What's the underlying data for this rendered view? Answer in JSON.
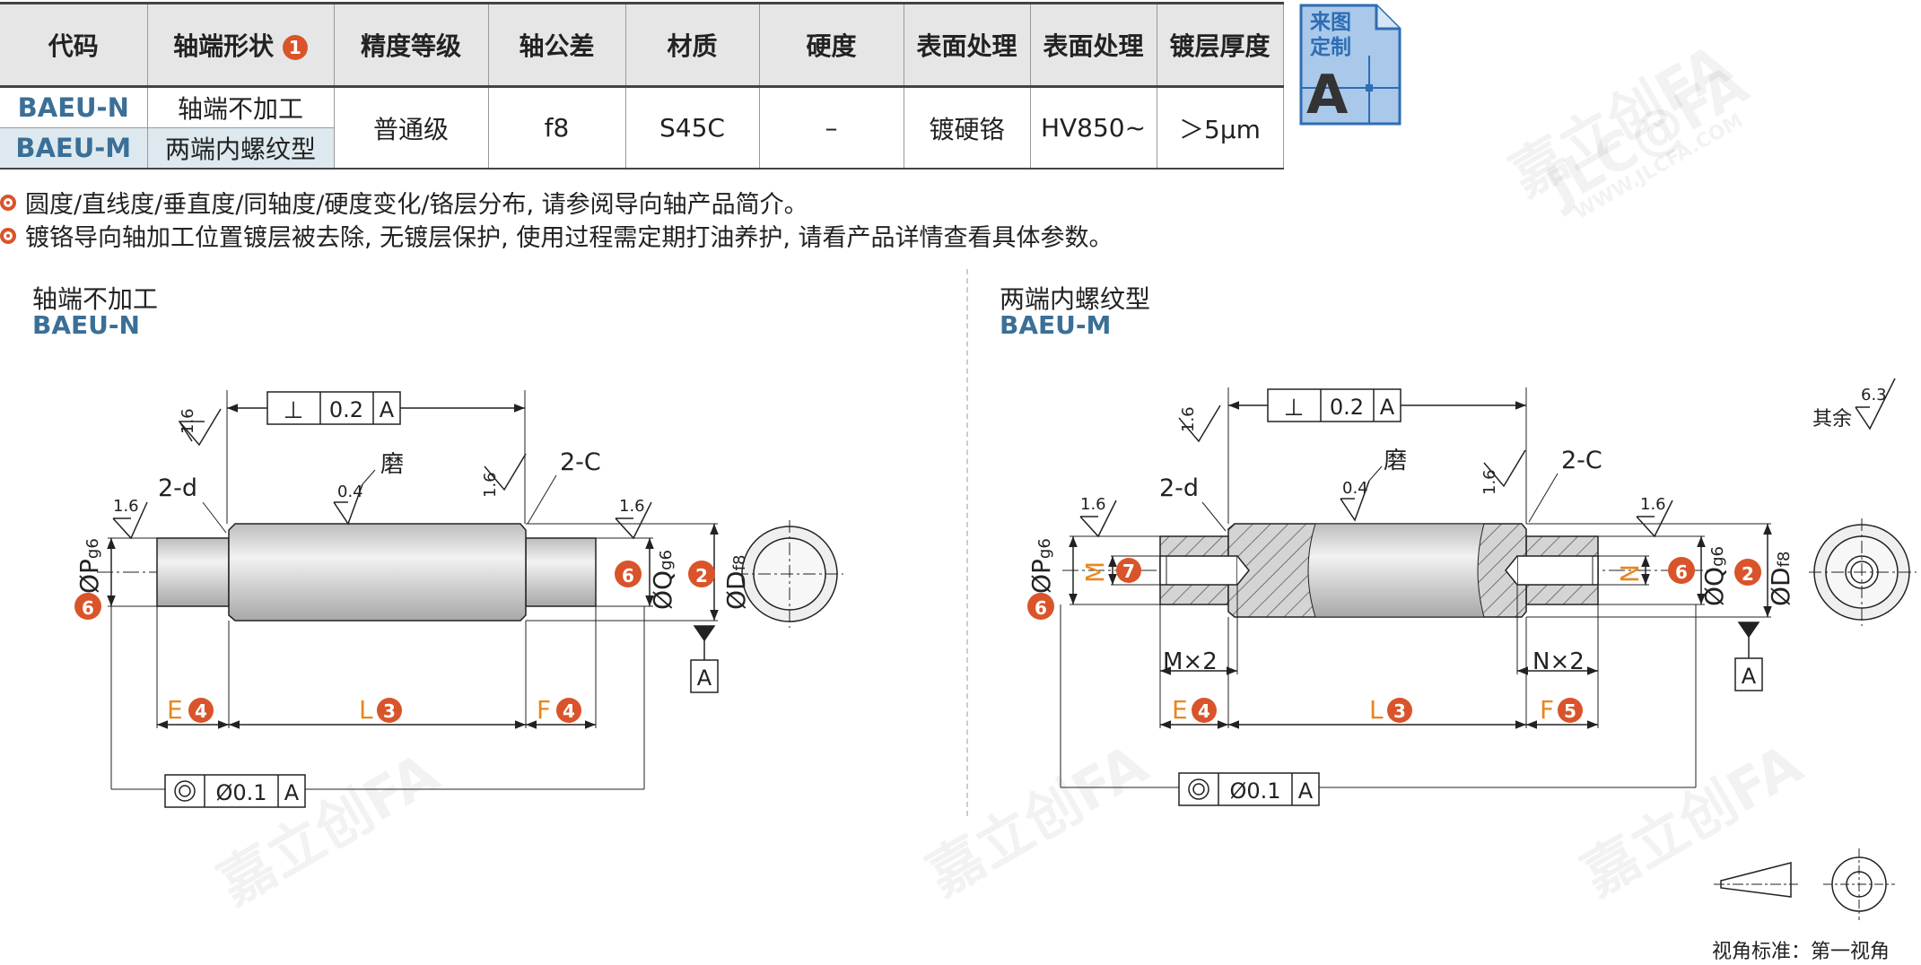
{
  "table": {
    "headers": [
      "代码",
      "轴端形状",
      "精度等级",
      "轴公差",
      "材质",
      "硬度",
      "表面处理",
      "表面处理",
      "镀层厚度"
    ],
    "header_badge": "1",
    "rows": [
      {
        "code": "BAEU-N",
        "shape": "轴端不加工"
      },
      {
        "code": "BAEU-M",
        "shape": "两端内螺纹型"
      }
    ],
    "shared": {
      "precision": "普通级",
      "tolerance": "f8",
      "material": "S45C",
      "hardness": "–",
      "surface1": "镀硬铬",
      "surface2": "HV850~",
      "thickness": "＞5μm"
    }
  },
  "custom_icon": {
    "line1": "来图",
    "line2": "定制",
    "letter": "A"
  },
  "notes": [
    "圆度/直线度/垂直度/同轴度/硬度变化/铬层分布, 请参阅导向轴产品简介。",
    "镀铬导向轴加工位置镀层被去除, 无镀层保护, 使用过程需定期打油养护, 请看产品详情查看具体参数。"
  ],
  "left": {
    "title": "轴端不加工",
    "code": "BAEU-N",
    "tolerance_box": {
      "symbol": "⊥",
      "value": "0.2",
      "datum": "A"
    },
    "runout_box": {
      "value": "Ø0.1",
      "datum": "A"
    },
    "labels": {
      "chamfer_d": "2-d",
      "chamfer_c": "2-C",
      "grind": "磨",
      "roughness_grind": "0.4",
      "roughness": "1.6",
      "P": "P",
      "P_sub": "g6",
      "Q": "Q",
      "Q_sub": "g6",
      "D": "D",
      "D_sub": "f8",
      "E": "E",
      "L": "L",
      "F": "F",
      "datum": "A",
      "dia": "Ø"
    },
    "badges": {
      "P": "6",
      "Q": "6",
      "D": "2",
      "E": "4",
      "L": "3",
      "F": "4"
    }
  },
  "right": {
    "title": "两端内螺纹型",
    "code": "BAEU-M",
    "tolerance_box": {
      "symbol": "⊥",
      "value": "0.2",
      "datum": "A"
    },
    "runout_box": {
      "value": "Ø0.1",
      "datum": "A"
    },
    "labels": {
      "chamfer_d": "2-d",
      "chamfer_c": "2-C",
      "grind": "磨",
      "roughness_grind": "0.4",
      "roughness": "1.6",
      "P": "P",
      "P_sub": "g6",
      "Q": "Q",
      "Q_sub": "g6",
      "D": "D",
      "D_sub": "f8",
      "M": "M",
      "N": "N",
      "Mx2": "M×2",
      "Nx2": "N×2",
      "E": "E",
      "L": "L",
      "F": "F",
      "datum": "A",
      "dia": "Ø"
    },
    "badges": {
      "P": "6",
      "Q": "6",
      "D": "2",
      "M": "7",
      "E": "4",
      "L": "3",
      "F": "5"
    }
  },
  "other_roughness": {
    "label": "其余",
    "value": "6.3"
  },
  "projection": {
    "label": "视角标准：第一视角"
  },
  "watermark": {
    "text": "嘉立创FA",
    "url": "WWW.JLCFA.COM",
    "brand": "JLC@FA"
  },
  "colors": {
    "accent": "#d9542a",
    "code_blue": "#3a6f97",
    "highlight_orange": "#e8861e",
    "table_row": "#dde9ee",
    "icon_blue": "#a9c8ea"
  }
}
